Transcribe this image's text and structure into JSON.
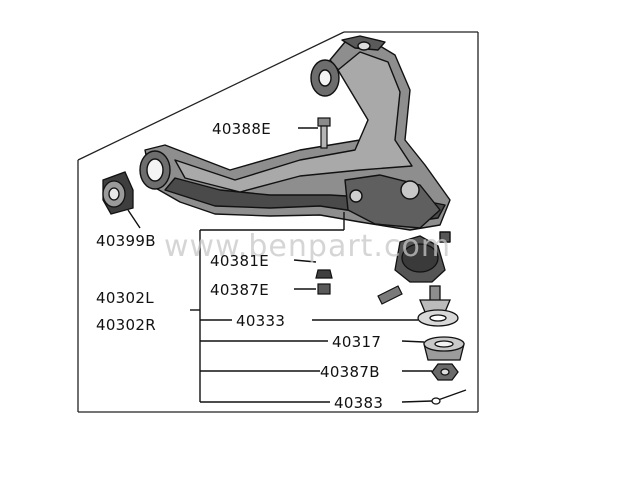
{
  "watermark": "www.benpart.com",
  "labels": {
    "p40388E": "40388E",
    "p40399B": "40399B",
    "p40381E": "40381E",
    "p40387E": "40387E",
    "p40302L": "40302L",
    "p40302R": "40302R",
    "p40333": "40333",
    "p40317": "40317",
    "p40387B": "40387B",
    "p40383": "40383"
  }
}
